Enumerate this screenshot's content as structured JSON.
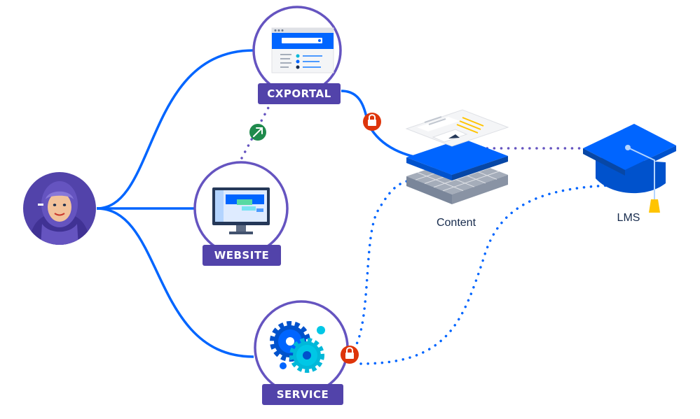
{
  "nodes": {
    "portal": {
      "label": "CXPORTAL"
    },
    "website": {
      "label": "WEBSITE"
    },
    "service": {
      "label": "SERVICE"
    }
  },
  "captions": {
    "content": "Content",
    "lms": "LMS"
  },
  "icons": {
    "user": "user-avatar",
    "portal": "browser-window-icon",
    "website": "monitor-icon",
    "service": "gears-icon",
    "content": "content-layers-icon",
    "lms": "graduation-cap-icon",
    "lock": "lock-icon",
    "link": "arrow-up-right-icon"
  },
  "colors": {
    "connector_blue": "#0065ff",
    "ring_purple": "#6554c0",
    "label_purple": "#5243aa",
    "lock_red": "#de350b",
    "link_green": "#36b37e",
    "dotted_purple": "#6554c0"
  }
}
